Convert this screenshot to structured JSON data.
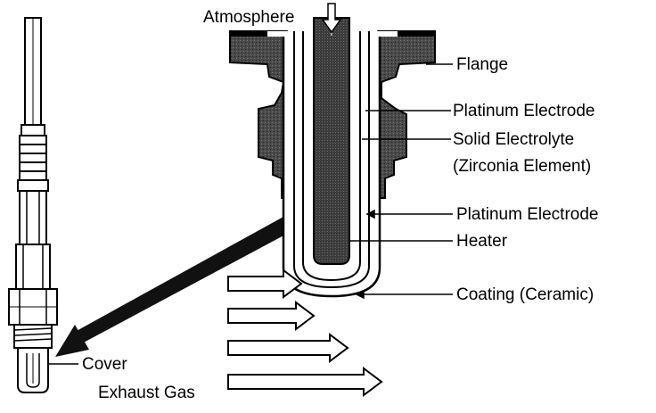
{
  "labels": {
    "atmosphere": "Atmosphere",
    "flange": "Flange",
    "platinum_electrode_top": "Platinum Electrode",
    "solid_electrolyte": "Solid Electrolyte",
    "zirconia_element": "(Zirconia Element)",
    "platinum_electrode_lower": "Platinum Electrode",
    "heater": "Heater",
    "coating": "Coating (Ceramic)",
    "cover": "Cover",
    "exhaust_gas": "Exhaust Gas"
  },
  "colors": {
    "ink": "#000000",
    "body": "#3a3a3a",
    "paper": "#ffffff"
  }
}
